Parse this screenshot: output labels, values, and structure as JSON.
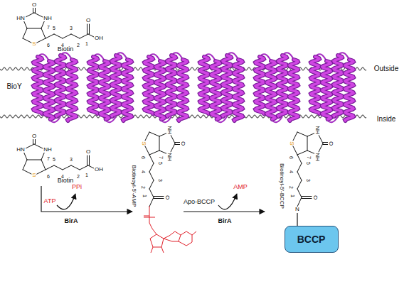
{
  "diagram": {
    "nodes": [
      {
        "text": [
          "BCCP"
        ]
      }
    ],
    "labels": [
      "O",
      "HN",
      "NH",
      "S",
      "7",
      "6",
      "5",
      "4",
      "3",
      "2",
      "1",
      "O",
      "OH",
      "Biotin",
      "BioY",
      "Outside",
      "Inside",
      "O",
      "HN",
      "NH",
      "S",
      "7",
      "6",
      "5",
      "4",
      "3",
      "2",
      "1",
      "O",
      "OH",
      "Biotin",
      "ATP",
      "PPi",
      "BirA",
      "Biotinoyl-5'-AMP",
      "O",
      "NH",
      "NH",
      "S",
      "7",
      "6",
      "5",
      "4",
      "3",
      "2",
      "1",
      "O",
      "Apo-BCCP",
      "AMP",
      "BirA",
      "Biotinoyl-5'-BCCP",
      "O",
      "NH",
      "NH",
      "S",
      "7",
      "6",
      "5",
      "4",
      "3",
      "2",
      "1",
      "O",
      "N"
    ]
  }
}
